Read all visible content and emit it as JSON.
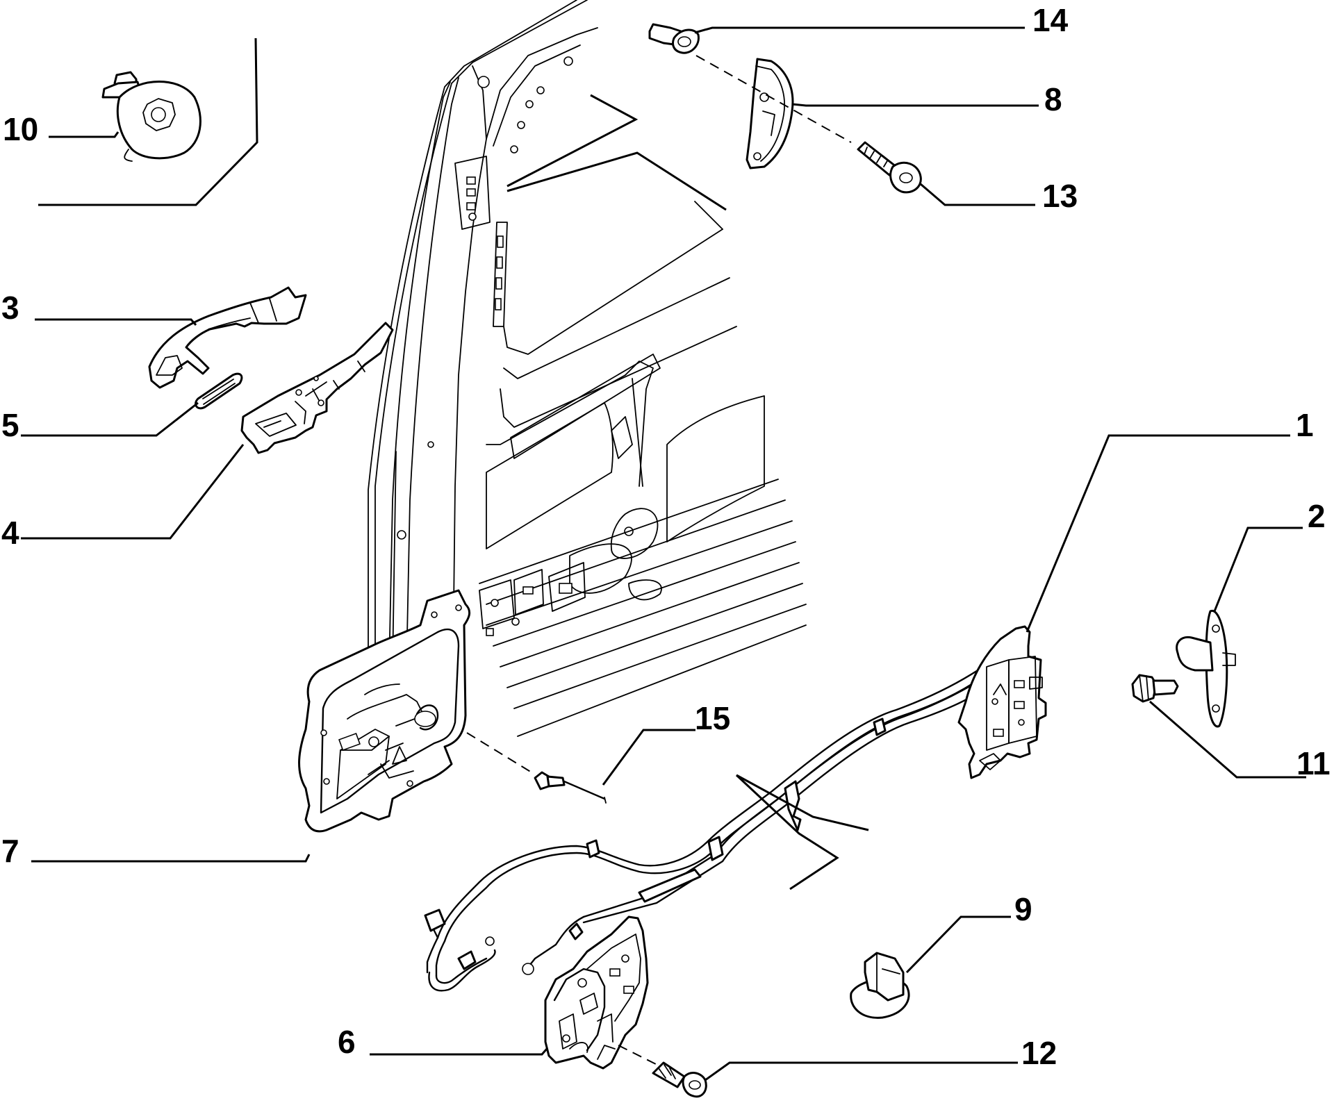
{
  "diagram": {
    "callouts": [
      {
        "id": "10",
        "label": "10"
      },
      {
        "id": "3",
        "label": "3"
      },
      {
        "id": "5",
        "label": "5"
      },
      {
        "id": "4",
        "label": "4"
      },
      {
        "id": "7",
        "label": "7"
      },
      {
        "id": "6",
        "label": "6"
      },
      {
        "id": "14",
        "label": "14"
      },
      {
        "id": "8",
        "label": "8"
      },
      {
        "id": "13",
        "label": "13"
      },
      {
        "id": "1",
        "label": "1"
      },
      {
        "id": "2",
        "label": "2"
      },
      {
        "id": "11",
        "label": "11"
      },
      {
        "id": "15",
        "label": "15"
      },
      {
        "id": "9",
        "label": "9"
      },
      {
        "id": "12",
        "label": "12"
      }
    ]
  }
}
